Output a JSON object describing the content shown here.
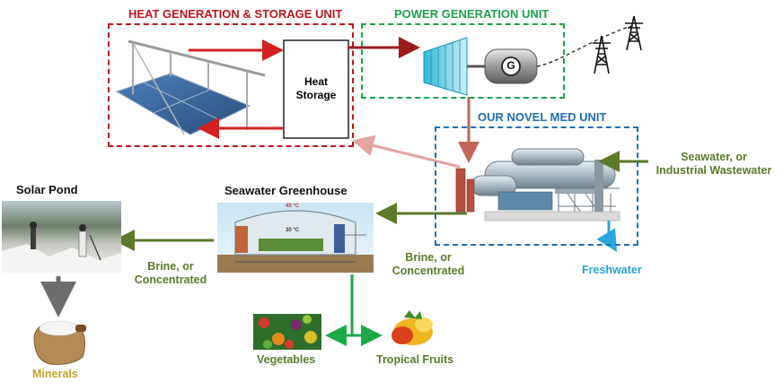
{
  "units": {
    "heat": {
      "title": "HEAT GENERATION & STORAGE UNIT",
      "color": "#c0161c"
    },
    "power": {
      "title": "POWER GENERATION UNIT",
      "color": "#1ea14a"
    },
    "med": {
      "title": "OUR NOVEL MED UNIT",
      "color": "#1f6fb5"
    }
  },
  "heat_storage": {
    "line1": "Heat",
    "line2": "Storage"
  },
  "generator_symbol": "G",
  "labels": {
    "seawater_in": {
      "line1": "Seawater, or",
      "line2": "Industrial Wastewater"
    },
    "freshwater": "Freshwater",
    "brine_right": {
      "line1": "Brine, or",
      "line2": "Concentrated"
    },
    "brine_left": {
      "line1": "Brine, or",
      "line2": "Concentrated"
    },
    "greenhouse": "Seawater Greenhouse",
    "solar_pond": "Solar Pond",
    "minerals": "Minerals",
    "vegetables": "Vegetables",
    "fruits": "Tropical Fruits"
  },
  "greenhouse_inner": {
    "temp_top": "45 °C",
    "temp_mid": "30 °C"
  },
  "colors": {
    "red_arrow": "#d32020",
    "dark_red_arrow": "#9e1a1a",
    "brown_arrow": "#c0675a",
    "pink_arrow": "#e4a3a0",
    "olive_arrow": "#5b7a2a",
    "green_arrow": "#1fa84a",
    "blue_arrow": "#2aa6dc",
    "gray_arrow": "#6d6d6d",
    "mineral_text": "#c9a227",
    "freshwater_text": "#2a9fd6"
  }
}
